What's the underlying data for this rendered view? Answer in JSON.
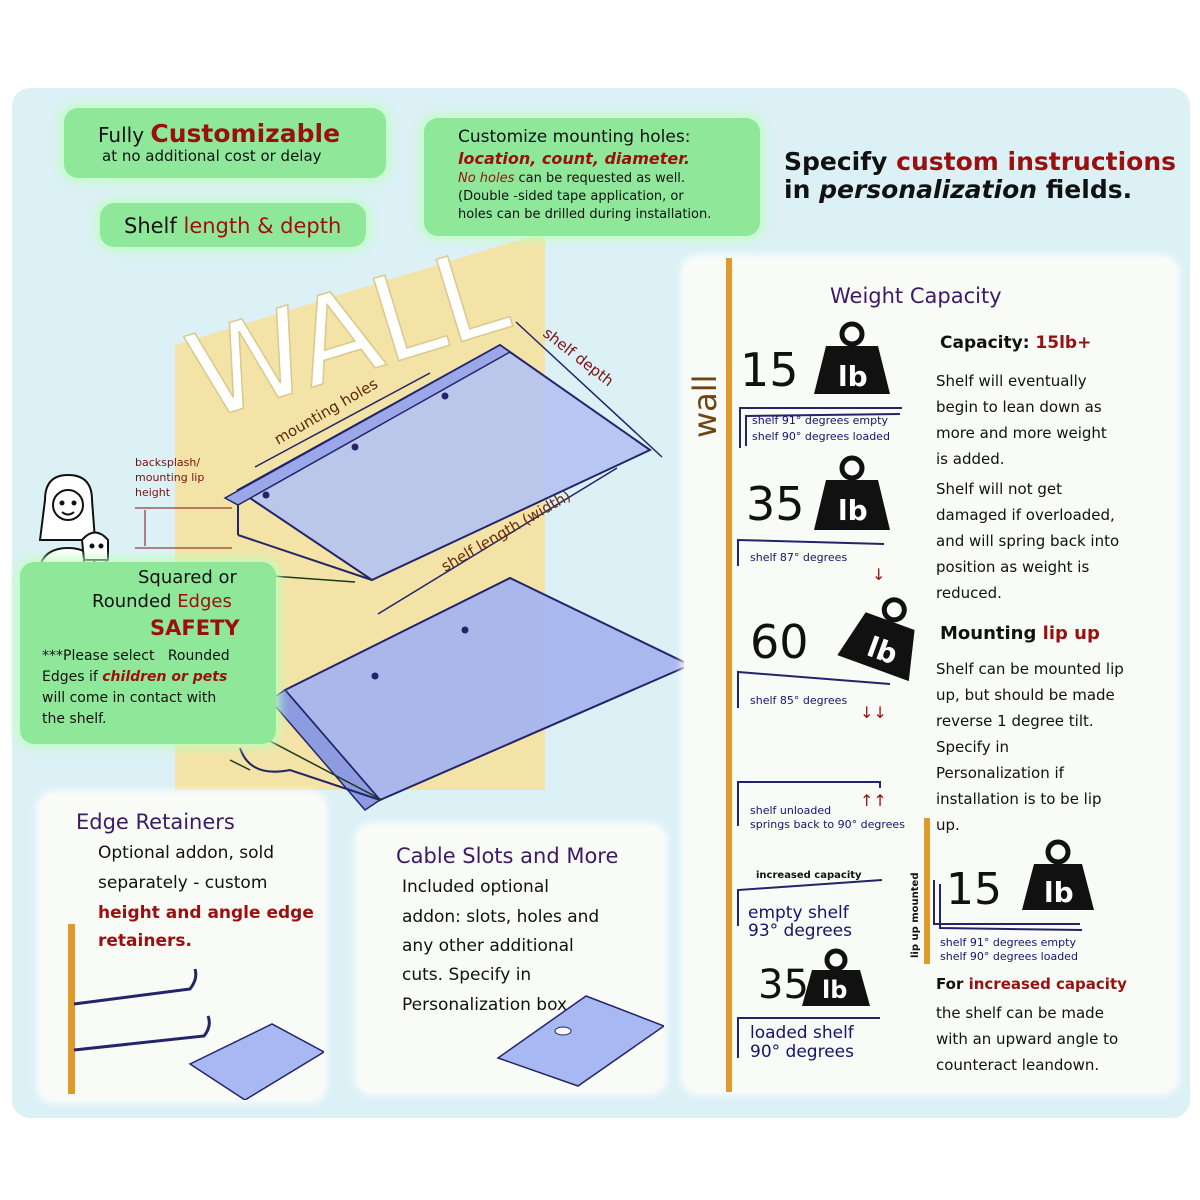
{
  "top_left": {
    "fully": "Fully",
    "customizable": "Customizable",
    "no_cost": "at no additional cost or delay",
    "shelf": "Shelf",
    "length_depth": "length & depth"
  },
  "mounting_box": {
    "heading": "Customize mounting holes:",
    "options": "location, count, diameter.",
    "no_holes": "No holes",
    "no_holes_rest": "can be requested as well.",
    "line3": "(Double -sided tape application, or",
    "line4": "holes can be drilled during installation."
  },
  "specify": {
    "specify": "Specify",
    "custom_instructions": "custom instructions",
    "in": "in",
    "personalization": "personalization",
    "fields": "fields."
  },
  "diagram": {
    "wall": "WALL",
    "shelf_depth": "shelf depth",
    "mounting_holes": "mounting holes",
    "shelf_length": "shelf length (width)",
    "backsplash_1": "backsplash/",
    "backsplash_2": "mounting lip",
    "backsplash_3": "height"
  },
  "edges_box": {
    "squared_or": "Squared or",
    "rounded": "Rounded",
    "edges": "Edges",
    "safety": "SAFETY",
    "line1": "***Please select   Rounded",
    "line2_a": "Edges if",
    "line2_b": "children or pets",
    "line3": "will come in contact with",
    "line4": "the shelf."
  },
  "edge_retainers": {
    "title": "Edge Retainers",
    "line1": "Optional addon, sold",
    "line2": "separately - custom",
    "line3": "height and angle edge",
    "line4": "retainers."
  },
  "cable_slots": {
    "title": "Cable Slots and More",
    "line1": "Included optional",
    "line2": "addon: slots, holes and",
    "line3": "any other additional",
    "line4": "cuts. Specify in",
    "line5": "Personalization box."
  },
  "weight": {
    "title": "Weight Capacity",
    "wall_label": "wall",
    "lb": "lb",
    "w15": "15",
    "w35": "35",
    "w60": "60",
    "cap15_a": "shelf  91° degrees empty",
    "cap15_b": "shelf  90° degrees loaded",
    "cap35": "shelf  87° degrees",
    "cap60": "shelf  85° degrees",
    "unloaded_a": "shelf unloaded",
    "unloaded_b": "springs back to  90° degrees",
    "increased_capacity": "increased capacity",
    "empty_a": "empty shelf",
    "empty_b": "93° degrees",
    "loaded_a": "loaded shelf",
    "loaded_b": "90° degrees",
    "lip_up_mounted": "lip up mounted",
    "lip15_a": "shelf  91° degrees empty",
    "lip15_b": "shelf  90° degrees loaded",
    "capacity_label": "Capacity:",
    "capacity_value": "15lb+",
    "cap_text": [
      "Shelf will eventually",
      "begin to lean down as",
      "more and more weight",
      "is added."
    ],
    "damage_text": [
      "Shelf will not get",
      "damaged if overloaded,",
      "and will spring back into",
      "position as weight is",
      "reduced."
    ],
    "mounting": "Mounting",
    "lip_up": "lip up",
    "lip_text": [
      "Shelf can be mounted lip",
      "up, but should be made",
      "reverse 1 degree tilt.",
      "Specify in",
      "Personalization if",
      "installation is to be lip",
      "up."
    ],
    "for": "For",
    "increased_capacity_bold": "increased capacity",
    "inc_text": [
      "the shelf can be made",
      "with an upward angle to",
      "counteract leandown."
    ]
  },
  "colors": {
    "panel": "#dcf1f6",
    "green_box": "#8fe89a",
    "wall": "#f3e3a6",
    "shelf": "#a8b8f2",
    "accent_red": "#9a1010",
    "heading_purple": "#3d1a66",
    "label_navy": "#14146e",
    "orange_wall": "#e09a2c"
  }
}
